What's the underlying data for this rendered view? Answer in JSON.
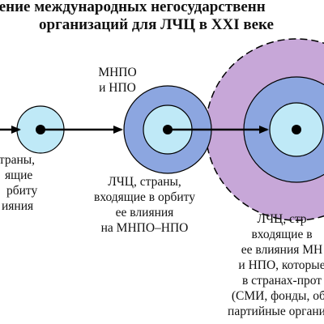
{
  "title": {
    "line1": "чение международных негосударственн",
    "line2": "организаций для ЛЧЦ в XXI веке"
  },
  "top_label": [
    "МНПО",
    "и НПО"
  ],
  "left_label": [
    "страны,",
    "ящие",
    "рбиту",
    "ияния"
  ],
  "middle_label": [
    "ЛЧЦ, страны,",
    "входящие в орбиту",
    "ее влияния",
    "на МНПО–НПО"
  ],
  "right_label": [
    "ЛЧЦ, стр",
    "входящие в",
    "ее влияния МН",
    "и НПО, которые",
    "в странах-прот",
    "(СМИ, фонды, обп",
    "партийные организа"
  ],
  "colors": {
    "outer_ring": "#c7a7d8",
    "middle_ring": "#8ca6e0",
    "core": "#bfe9f7",
    "dot": "#000000",
    "arrow": "#000000"
  }
}
